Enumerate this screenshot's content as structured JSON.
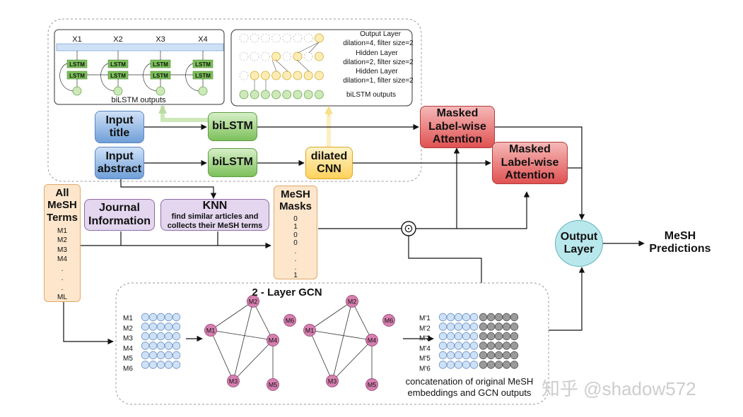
{
  "lstm_panel": {
    "inputs": [
      "X1",
      "X2",
      "X3",
      "X4"
    ],
    "cell_label": "LSTM",
    "caption": "biLSTM outputs"
  },
  "cnn_panel": {
    "output_layer": "Output Layer",
    "output_params": "dilation=4, filter size=2",
    "hidden_layer_1": "Hidden Layer",
    "hidden_params_1": "dilation=2, filter size=2",
    "hidden_layer_2": "Hidden Layer",
    "hidden_params_2": "dilation=1, filter size=2",
    "caption": "biLSTM outputs"
  },
  "nodes": {
    "input_title": "Input title",
    "input_abstract": "Input abstract",
    "bilstm_title": "biLSTM",
    "bilstm_abstract": "biLSTM",
    "dilated_cnn": "dilated CNN",
    "masked_attention_1": "Masked Label-wise Attention",
    "masked_attention_2": "Masked Label-wise Attention",
    "all_mesh_terms": "All MeSH Terms",
    "mesh_list": [
      "M1",
      "M2",
      "M3",
      "M4",
      ".",
      ".",
      ".",
      "ML"
    ],
    "journal_info": "Journal Information",
    "knn_title": "KNN",
    "knn_desc": "find similar articles and collects their MeSH terms",
    "mesh_masks_title": "MeSH Masks",
    "mesh_masks_values": [
      "0",
      "1",
      "0",
      "0",
      ".",
      ".",
      ".",
      "1"
    ],
    "dot_product": "⊙",
    "output_layer": "Output Layer",
    "mesh_predictions": "MeSH Predictions"
  },
  "gcn": {
    "title": "2 - Layer GCN",
    "rows_left": [
      "M1",
      "M2",
      "M3",
      "M4",
      "M5",
      "M6"
    ],
    "rows_right": [
      "M'1",
      "M'2",
      "M'3",
      "M'4",
      "M'5",
      "M'6"
    ],
    "graph_nodes": [
      "M1",
      "M2",
      "M3",
      "M4",
      "M5",
      "M6"
    ],
    "caption_1": "concatenation of original MeSH",
    "caption_2": "embeddings and GCN outputs"
  },
  "watermark": "知乎 @shadow572",
  "colors": {
    "input": "#6f9fd8",
    "bilstm": "#7cc05a",
    "cnn": "#ffd25c",
    "attention": "#e05252",
    "mesh": "#fde6cc",
    "journal": "#e3d6ee",
    "output": "#b9e8ec",
    "graph_node": "#d77fb0"
  }
}
